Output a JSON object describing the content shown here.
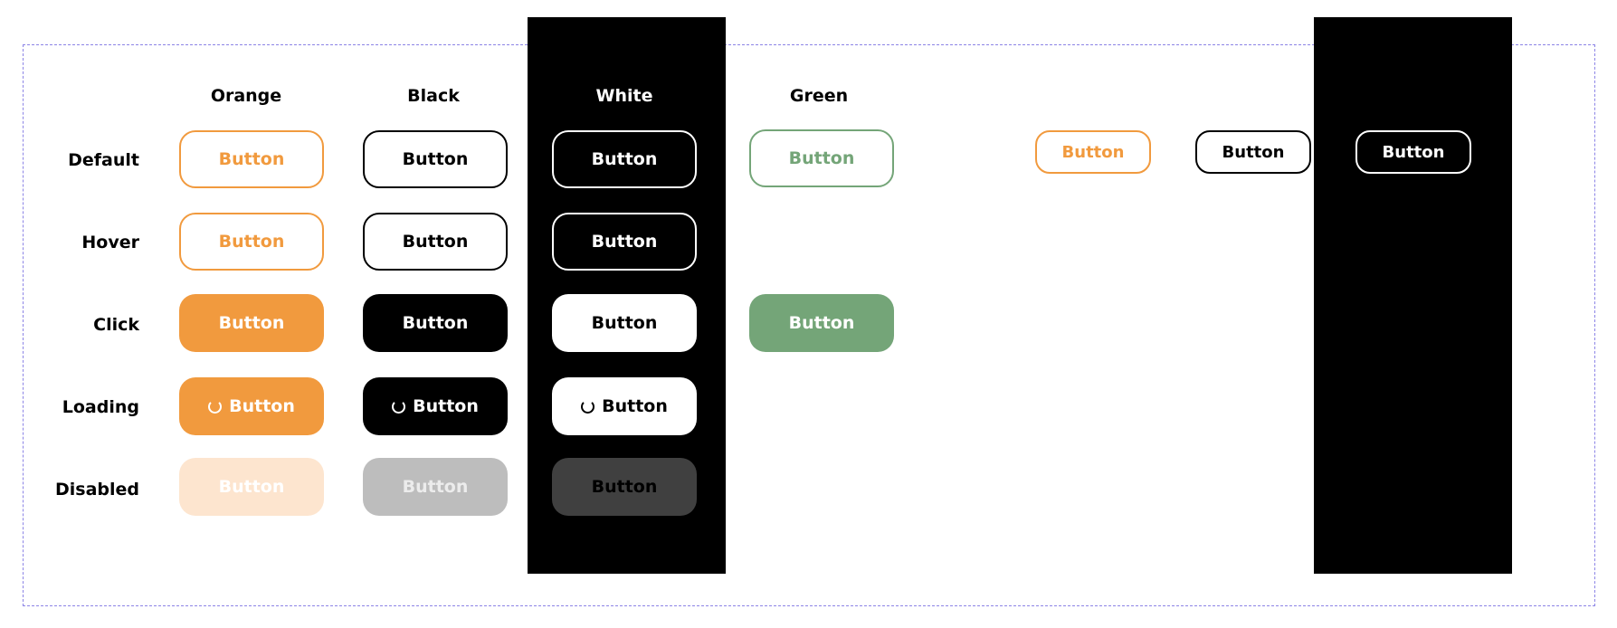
{
  "columns": [
    "Orange",
    "Black",
    "White",
    "Green"
  ],
  "rows": [
    "Default",
    "Hover",
    "Click",
    "Loading",
    "Disabled"
  ],
  "button_label": "Button",
  "icons": {
    "loading": "spinner-icon"
  },
  "colors": {
    "orange": "#f19a3e",
    "orange_disabled": "#fde5cf",
    "black": "#000000",
    "black_disabled": "#bdbdbd",
    "white": "#ffffff",
    "white_disabled": "#404040",
    "green": "#74a578",
    "frame_border": "#8c84e6"
  }
}
